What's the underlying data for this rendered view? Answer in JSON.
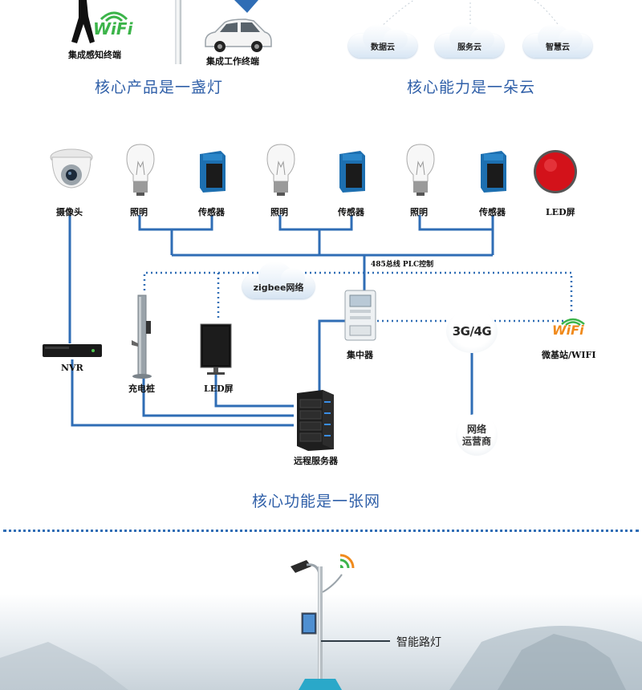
{
  "top": {
    "left_labels": [
      "集成感知终端",
      "集成工作终端"
    ],
    "wifi_text": "WiFi",
    "clouds": [
      "数据云",
      "服务云",
      "智慧云"
    ],
    "heading_left": "核心产品是一盏灯",
    "heading_right": "核心能力是一朵云"
  },
  "diagram": {
    "devices": [
      "摄像头",
      "照明",
      "传感器",
      "照明",
      "传感器",
      "照明",
      "传感器",
      "LED屏"
    ],
    "bus_label": "485总线 PLC控制",
    "zigbee_label": "zigbee网络",
    "concentrator_label": "集中器",
    "net_label": "3G/4G",
    "wifi_station_label": "微基站/WIFI",
    "wifi_text": "WiFi",
    "nvr_label": "NVR",
    "charger_label": "充电桩",
    "led_label": "LED屏",
    "server_label": "远程服务器",
    "operator_label_1": "网络",
    "operator_label_2": "运营商",
    "heading": "核心功能是一张网"
  },
  "bottom": {
    "streetlight_label": "智能路灯"
  },
  "colors": {
    "line_blue": "#2f6db5",
    "heading_blue": "#2f5fa8",
    "dotted_blue": "#2f6db5",
    "wifi_green": "#3cb44a",
    "wifi_orange": "#f08a1c"
  }
}
